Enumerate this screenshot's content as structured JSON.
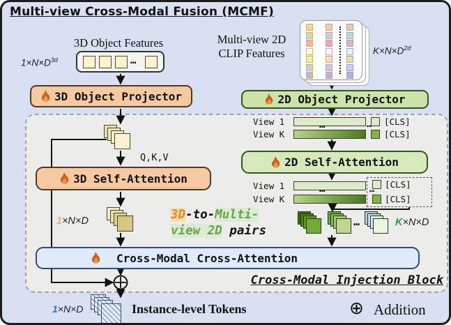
{
  "title": "Multi-view Cross-Modal Fusion (MCMF)",
  "dots": "…",
  "left": {
    "features_label": "3D Object Features",
    "dim": {
      "pre": "1",
      "body": "×N×D",
      "sup": "3d"
    },
    "projector": "3D Object Projector",
    "qkv": "Q,K,V",
    "self_attention": "3D Self-Attention",
    "dim_mid": {
      "pre": "1",
      "body": "×N×D"
    }
  },
  "right": {
    "features_label_1": "Multi-view 2D",
    "features_label_2": "CLIP Features",
    "dim": {
      "pre": "K",
      "body": "×N×D",
      "sup": "2d"
    },
    "projector": "2D Object Projector",
    "self_attention": "2D Self-Attention",
    "view1": "View 1",
    "viewK": "View K",
    "cls": "[CLS]",
    "dim_mid": {
      "pre": "K",
      "body": "×N×D"
    }
  },
  "pairs": {
    "p1": "3D",
    "p2": "-to-",
    "p3": "Multi-",
    "p4": "view 2D",
    "p5": " pairs"
  },
  "fusion": {
    "cross_attention": "Cross-Modal Cross-Attention",
    "injection_block": "Cross-Modal Injection Block"
  },
  "output": {
    "dim": {
      "pre": "1",
      "body": "×N×D"
    },
    "label": "Instance-level Tokens"
  },
  "legend": {
    "symbol": "⊕",
    "label": "Addition"
  },
  "colors": {
    "background": "#d9e0f1",
    "panel": "#ececeb",
    "orange_box": "#f7c9a1",
    "green_box": "#cbe3a6",
    "blue_box": "#dfeafa",
    "flame": "#cf5f1e",
    "accent_orange": "#e2892c",
    "accent_green": "#6aa34c",
    "accent_blue": "#3f6fc4"
  },
  "clip": {
    "borders": [
      "#d9b945",
      "#cf9fc5",
      "#93a9d4"
    ],
    "columns": [
      [
        "#f6d0a0",
        "#c6dfb2",
        "#f2afb6",
        "#fdfdfd",
        "#f7e9b4",
        "#ccccdc",
        "#c3b2dd"
      ],
      [
        "#f6d0a0",
        "#bcd8c4",
        "#f0a4b4",
        "#fcfcfc",
        "#f6e4a4",
        "#c8c8d8",
        "#bfaed8"
      ],
      [
        "#f4c8a2",
        "#c2dcca",
        "#eeb0bd",
        "#e8f0f8",
        "#f4dfa2",
        "#c6cfe6",
        "#b6aed8"
      ]
    ]
  }
}
